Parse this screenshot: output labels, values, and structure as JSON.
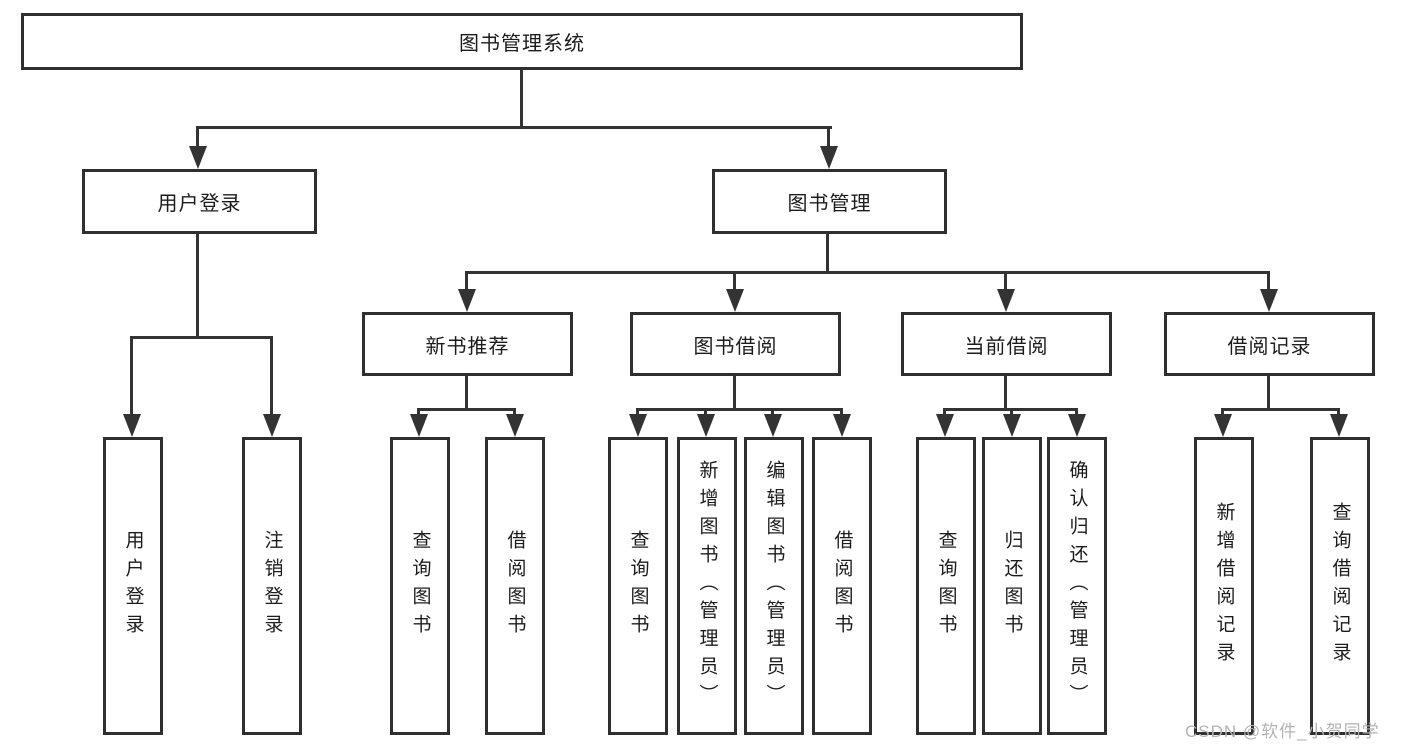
{
  "diagram": {
    "root": "图书管理系统",
    "level2": {
      "user_login": "用户登录",
      "book_management": "图书管理"
    },
    "level3": {
      "new_book_recommend": "新书推荐",
      "book_borrow": "图书借阅",
      "current_borrow": "当前借阅",
      "borrow_records": "借阅记录"
    },
    "leaves": {
      "user_login": "用户登录",
      "logout": "注销登录",
      "query_book_1": "查询图书",
      "borrow_book_1": "借阅图书",
      "query_book_2": "查询图书",
      "add_book_admin": "新增图书（管理员）",
      "edit_book_admin": "编辑图书（管理员）",
      "borrow_book_2": "借阅图书",
      "query_book_3": "查询图书",
      "return_book": "归还图书",
      "confirm_return_admin": "确认归还（管理员）",
      "add_borrow_record": "新增借阅记录",
      "query_borrow_record": "查询借阅记录"
    }
  },
  "watermark": {
    "text": "CSDN @软件_小贺同学"
  },
  "colors": {
    "line": "#333333",
    "box_border": "#2f2f2f",
    "box_fill": "#ffffff",
    "text": "#1c1c1c",
    "watermark": "#b3b3b3",
    "background": "#ffffff"
  }
}
